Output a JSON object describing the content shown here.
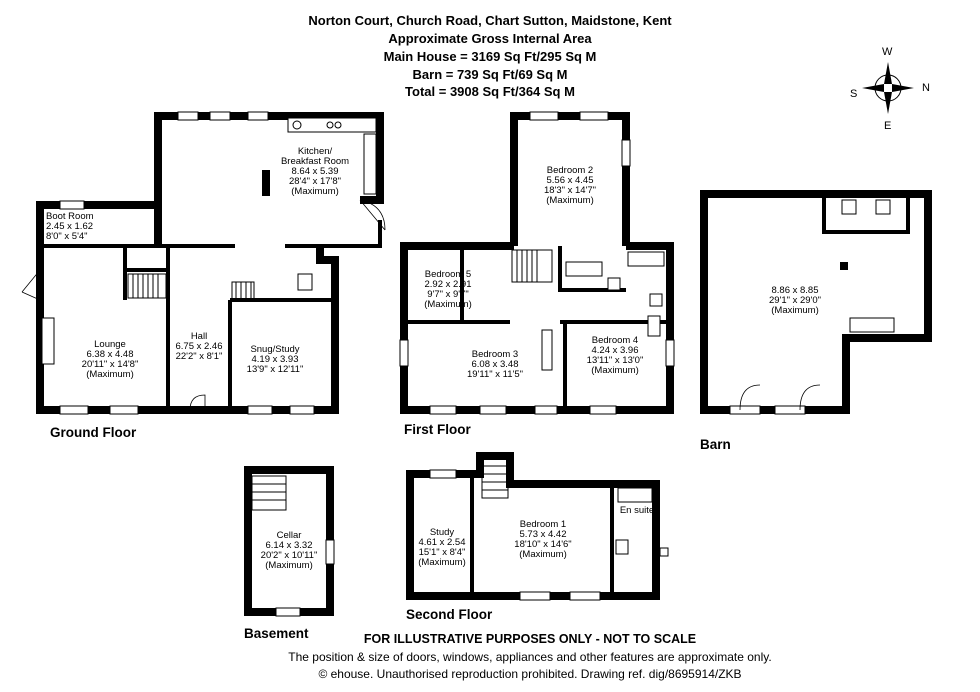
{
  "header": {
    "address": "Norton Court, Church Road, Chart Sutton, Maidstone, Kent",
    "area_title": "Approximate Gross Internal Area",
    "main_house": "Main House = 3169 Sq Ft/295 Sq M",
    "barn": "Barn = 739 Sq Ft/69 Sq M",
    "total": "Total = 3908 Sq Ft/364 Sq M"
  },
  "compass": {
    "n": "N",
    "s": "S",
    "e": "E",
    "w": "W"
  },
  "floors": {
    "ground": "Ground Floor",
    "first": "First Floor",
    "second": "Second Floor",
    "basement": "Basement",
    "barn": "Barn"
  },
  "rooms": {
    "kitchen": {
      "name": "Kitchen/",
      "name2": "Breakfast Room",
      "metric": "8.64 x 5.39",
      "imperial": "28'4\" x 17'8\"",
      "note": "(Maximum)"
    },
    "boot": {
      "name": "Boot Room",
      "metric": "2.45 x 1.62",
      "imperial": "8'0\" x 5'4\""
    },
    "lounge": {
      "name": "Lounge",
      "metric": "6.38 x 4.48",
      "imperial": "20'11\" x 14'8\"",
      "note": "(Maximum)"
    },
    "hall": {
      "name": "Hall",
      "metric": "6.75 x 2.46",
      "imperial": "22'2\" x 8'1\""
    },
    "snug": {
      "name": "Snug/Study",
      "metric": "4.19 x 3.93",
      "imperial": "13'9\" x 12'11\""
    },
    "bed2": {
      "name": "Bedroom 2",
      "metric": "5.56 x 4.45",
      "imperial": "18'3\" x 14'7\"",
      "note": "(Maximum)"
    },
    "bed5": {
      "name": "Bedroom 5",
      "metric": "2.92 x 2.91",
      "imperial": "9'7\" x 9'7\"",
      "note": "(Maximum)"
    },
    "bed3": {
      "name": "Bedroom 3",
      "metric": "6.08 x 3.48",
      "imperial": "19'11\" x 11'5\""
    },
    "bed4": {
      "name": "Bedroom 4",
      "metric": "4.24 x 3.96",
      "imperial": "13'11\" x 13'0\"",
      "note": "(Maximum)"
    },
    "barnroom": {
      "metric": "8.86 x 8.85",
      "imperial": "29'1\" x 29'0\"",
      "note": "(Maximum)"
    },
    "cellar": {
      "name": "Cellar",
      "metric": "6.14 x 3.32",
      "imperial": "20'2\" x 10'11\"",
      "note": "(Maximum)"
    },
    "study": {
      "name": "Study",
      "metric": "4.61 x 2.54",
      "imperial": "15'1\" x 8'4\"",
      "note": "(Maximum)"
    },
    "bed1": {
      "name": "Bedroom 1",
      "metric": "5.73 x 4.42",
      "imperial": "18'10\" x 14'6\"",
      "note": "(Maximum)"
    },
    "ensuite": {
      "name": "En suite"
    }
  },
  "footer": {
    "disclaimer": "FOR ILLUSTRATIVE PURPOSES ONLY - NOT TO SCALE",
    "note": "The position & size of doors, windows, appliances and other features are approximate only.",
    "copyright": "© ehouse. Unauthorised reproduction prohibited. Drawing ref. dig/8695914/ZKB"
  },
  "colors": {
    "wall": "#000000",
    "window": "#ffffff",
    "background": "#ffffff"
  }
}
